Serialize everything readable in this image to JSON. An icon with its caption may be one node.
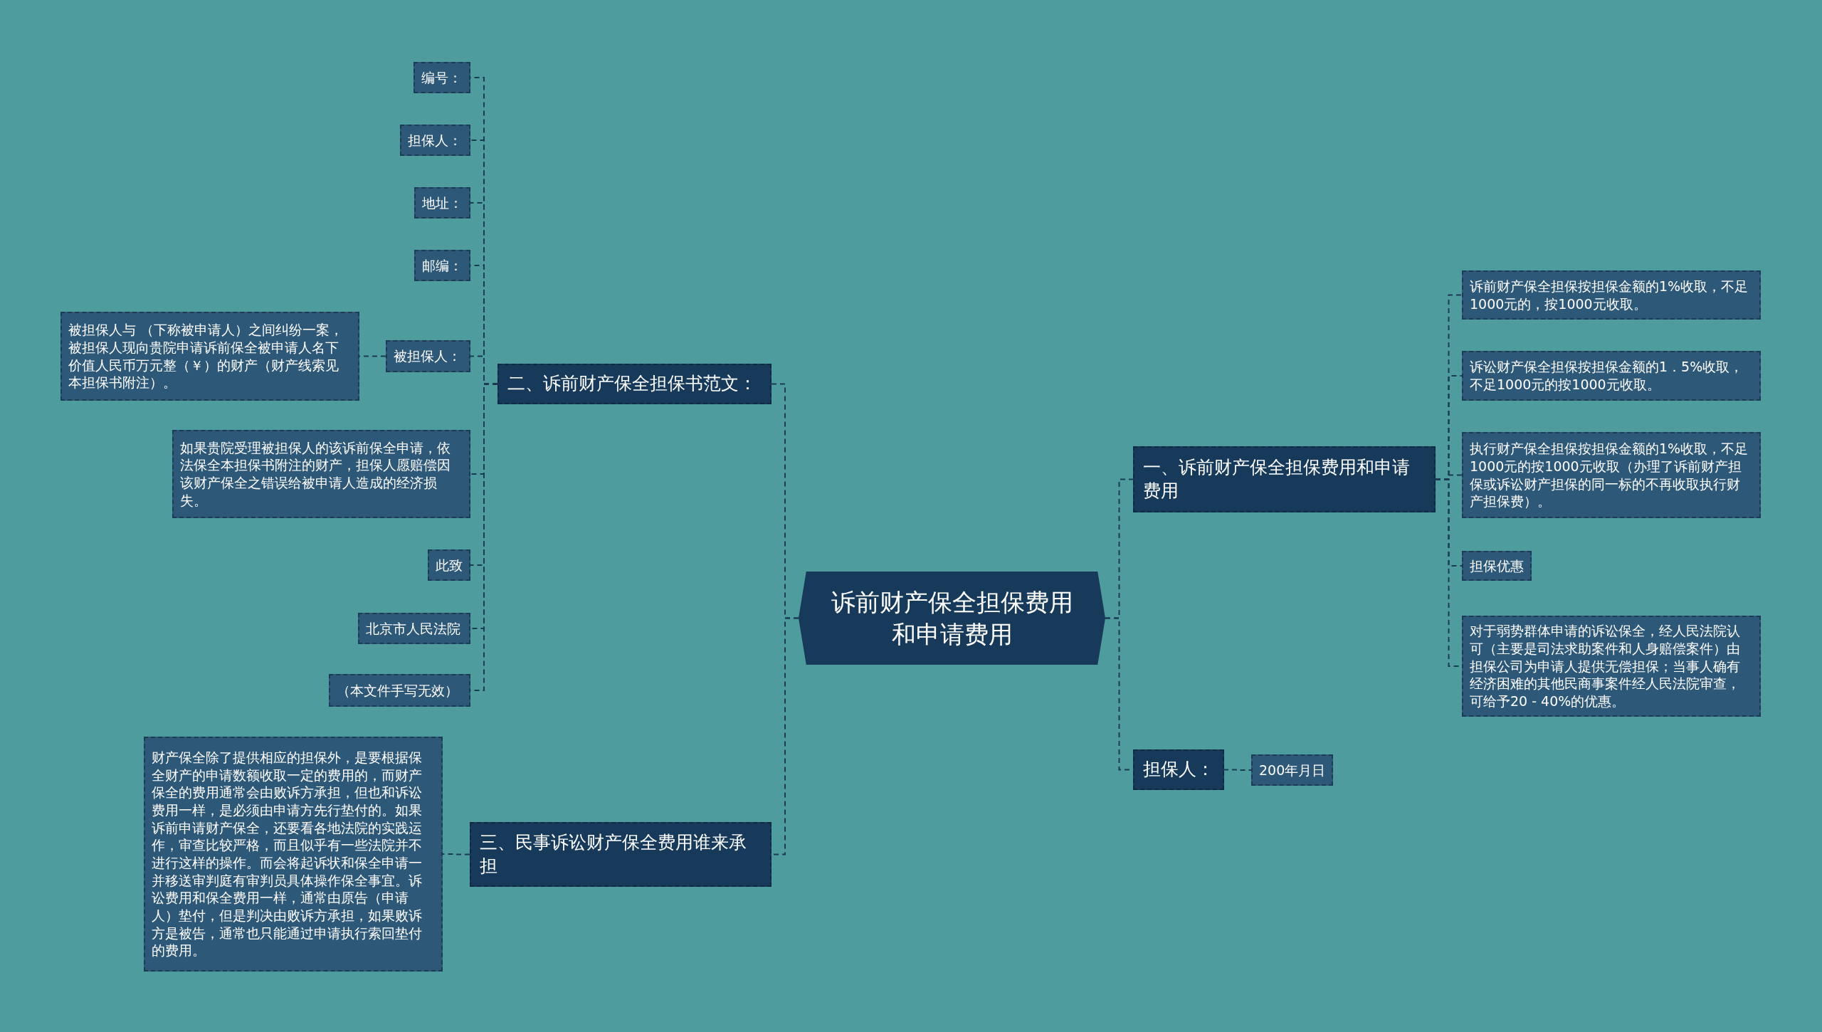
{
  "diagram": {
    "nodes": [
      {
        "text": [
          "诉前财产保全担保费用和申请费用"
        ]
      },
      {
        "text": [
          "二、诉前财产保全担保书范文："
        ]
      },
      {
        "text": [
          "编号："
        ]
      },
      {
        "text": [
          "担保人："
        ]
      },
      {
        "text": [
          "地址："
        ]
      },
      {
        "text": [
          "邮编："
        ]
      },
      {
        "text": [
          "被担保人："
        ]
      },
      {
        "text": [
          "被担保人与 （下称被申请人）之间纠纷一案，被担保人现向贵院申请诉前保全被申请人名下价值人民币万元整（￥）的财产（财产线索见本担保书附注）。"
        ]
      },
      {
        "text": [
          "如果贵院受理被担保人的该诉前保全申请，依法保全本担保书附注的财产，担保人愿赔偿因该财产保全之错误给被申请人造成的经济损失。"
        ]
      },
      {
        "text": [
          "此致"
        ]
      },
      {
        "text": [
          "北京市人民法院"
        ]
      },
      {
        "text": [
          "（本文件手写无效）"
        ]
      },
      {
        "text": [
          "三、民事诉讼财产保全费用谁来承担"
        ]
      },
      {
        "text": [
          "财产保全除了提供相应的担保外，是要根据保全财产的申请数额收取一定的费用的，而财产保全的费用通常会由败诉方承担，但也和诉讼费用一样，是必须由申请方先行垫付的。如果诉前申请财产保全，还要看各地法院的实践运作，审查比较严格，而且似乎有一些法院并不进行这样的操作。而会将起诉状和保全申请一并移送审判庭有审判员具体操作保全事宜。诉讼费用和保全费用一样，通常由原告（申请人）垫付，但是判决由败诉方承担，如果败诉方是被告，通常也只能通过申请执行索回垫付的费用。"
        ]
      },
      {
        "text": [
          "一、诉前财产保全担保费用和申请费用"
        ]
      },
      {
        "text": [
          "诉前财产保全担保按担保金额的1%收取，不足1000元的，按1000元收取。"
        ]
      },
      {
        "text": [
          "诉讼财产保全担保按担保金额的1．5%收取，不足1000元的按1000元收取。"
        ]
      },
      {
        "text": [
          "执行财产保全担保按担保金额的1%收取，不足1000元的按1000元收取（办理了诉前财产担保或诉讼财产担保的同一标的不再收取执行财产担保费）。"
        ]
      },
      {
        "text": [
          "担保优惠"
        ]
      },
      {
        "text": [
          "对于弱势群体申请的诉讼保全，经人民法院认可（主要是司法求助案件和人身赔偿案件）由担保公司为申请人提供无偿担保；当事人确有经济困难的其他民商事案件经人民法院审查，可给予20 - 40%的优惠。"
        ]
      },
      {
        "text": [
          "担保人："
        ]
      },
      {
        "text": [
          "200年月日"
        ]
      }
    ],
    "edges": [
      {
        "from": 0,
        "to": 1,
        "arrow": "none"
      },
      {
        "from": 1,
        "to": 2,
        "arrow": "none"
      },
      {
        "from": 1,
        "to": 3,
        "arrow": "none"
      },
      {
        "from": 1,
        "to": 4,
        "arrow": "none"
      },
      {
        "from": 1,
        "to": 5,
        "arrow": "none"
      },
      {
        "from": 1,
        "to": 6,
        "arrow": "none"
      },
      {
        "from": 6,
        "to": 7,
        "arrow": "none"
      },
      {
        "from": 1,
        "to": 8,
        "arrow": "none"
      },
      {
        "from": 1,
        "to": 9,
        "arrow": "none"
      },
      {
        "from": 1,
        "to": 10,
        "arrow": "none"
      },
      {
        "from": 1,
        "to": 11,
        "arrow": "none"
      },
      {
        "from": 0,
        "to": 12,
        "arrow": "none"
      },
      {
        "from": 12,
        "to": 13,
        "arrow": "none"
      },
      {
        "from": 0,
        "to": 14,
        "arrow": "none"
      },
      {
        "from": 14,
        "to": 15,
        "arrow": "none"
      },
      {
        "from": 14,
        "to": 16,
        "arrow": "none"
      },
      {
        "from": 14,
        "to": 17,
        "arrow": "none"
      },
      {
        "from": 14,
        "to": 18,
        "arrow": "none"
      },
      {
        "from": 14,
        "to": 19,
        "arrow": "none"
      },
      {
        "from": 0,
        "to": 20,
        "arrow": "none"
      },
      {
        "from": 20,
        "to": 21,
        "arrow": "none"
      }
    ]
  }
}
